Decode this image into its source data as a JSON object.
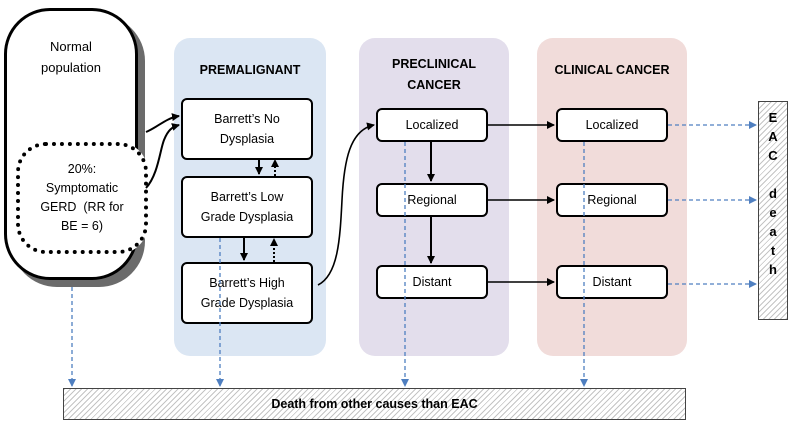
{
  "population": {
    "title_line1": "Normal",
    "title_line2": "population",
    "gerd_line1": "20%:",
    "gerd_line2": "Symptomatic",
    "gerd_line3": "GERD  (RR for",
    "gerd_line4": "BE = 6)"
  },
  "premalignant": {
    "title": "PREMALIGNANT",
    "no_dysplasia": {
      "line1": "Barrett’s No",
      "line2": "Dysplasia"
    },
    "low_grade": {
      "line1": "Barrett’s Low",
      "line2": "Grade Dysplasia"
    },
    "high_grade": {
      "line1": "Barrett’s High",
      "line2": "Grade Dysplasia"
    }
  },
  "preclinical": {
    "title_line1": "PRECLINICAL",
    "title_line2": "CANCER",
    "localized": "Localized",
    "regional": "Regional",
    "distant": "Distant"
  },
  "clinical": {
    "title": "CLINICAL CANCER",
    "localized": "Localized",
    "regional": "Regional",
    "distant": "Distant"
  },
  "eac_death": {
    "letters": [
      "E",
      "A",
      "C",
      "",
      "d",
      "e",
      "a",
      "t",
      "h"
    ]
  },
  "other_death": {
    "label": "Death from other causes than EAC"
  },
  "colors": {
    "premalignant_panel": "#dbe6f3",
    "preclinical_panel": "#e3deec",
    "clinical_panel": "#f1dcda",
    "dashed_arrow": "#4f7fc0",
    "solid_arrow": "#000000"
  }
}
